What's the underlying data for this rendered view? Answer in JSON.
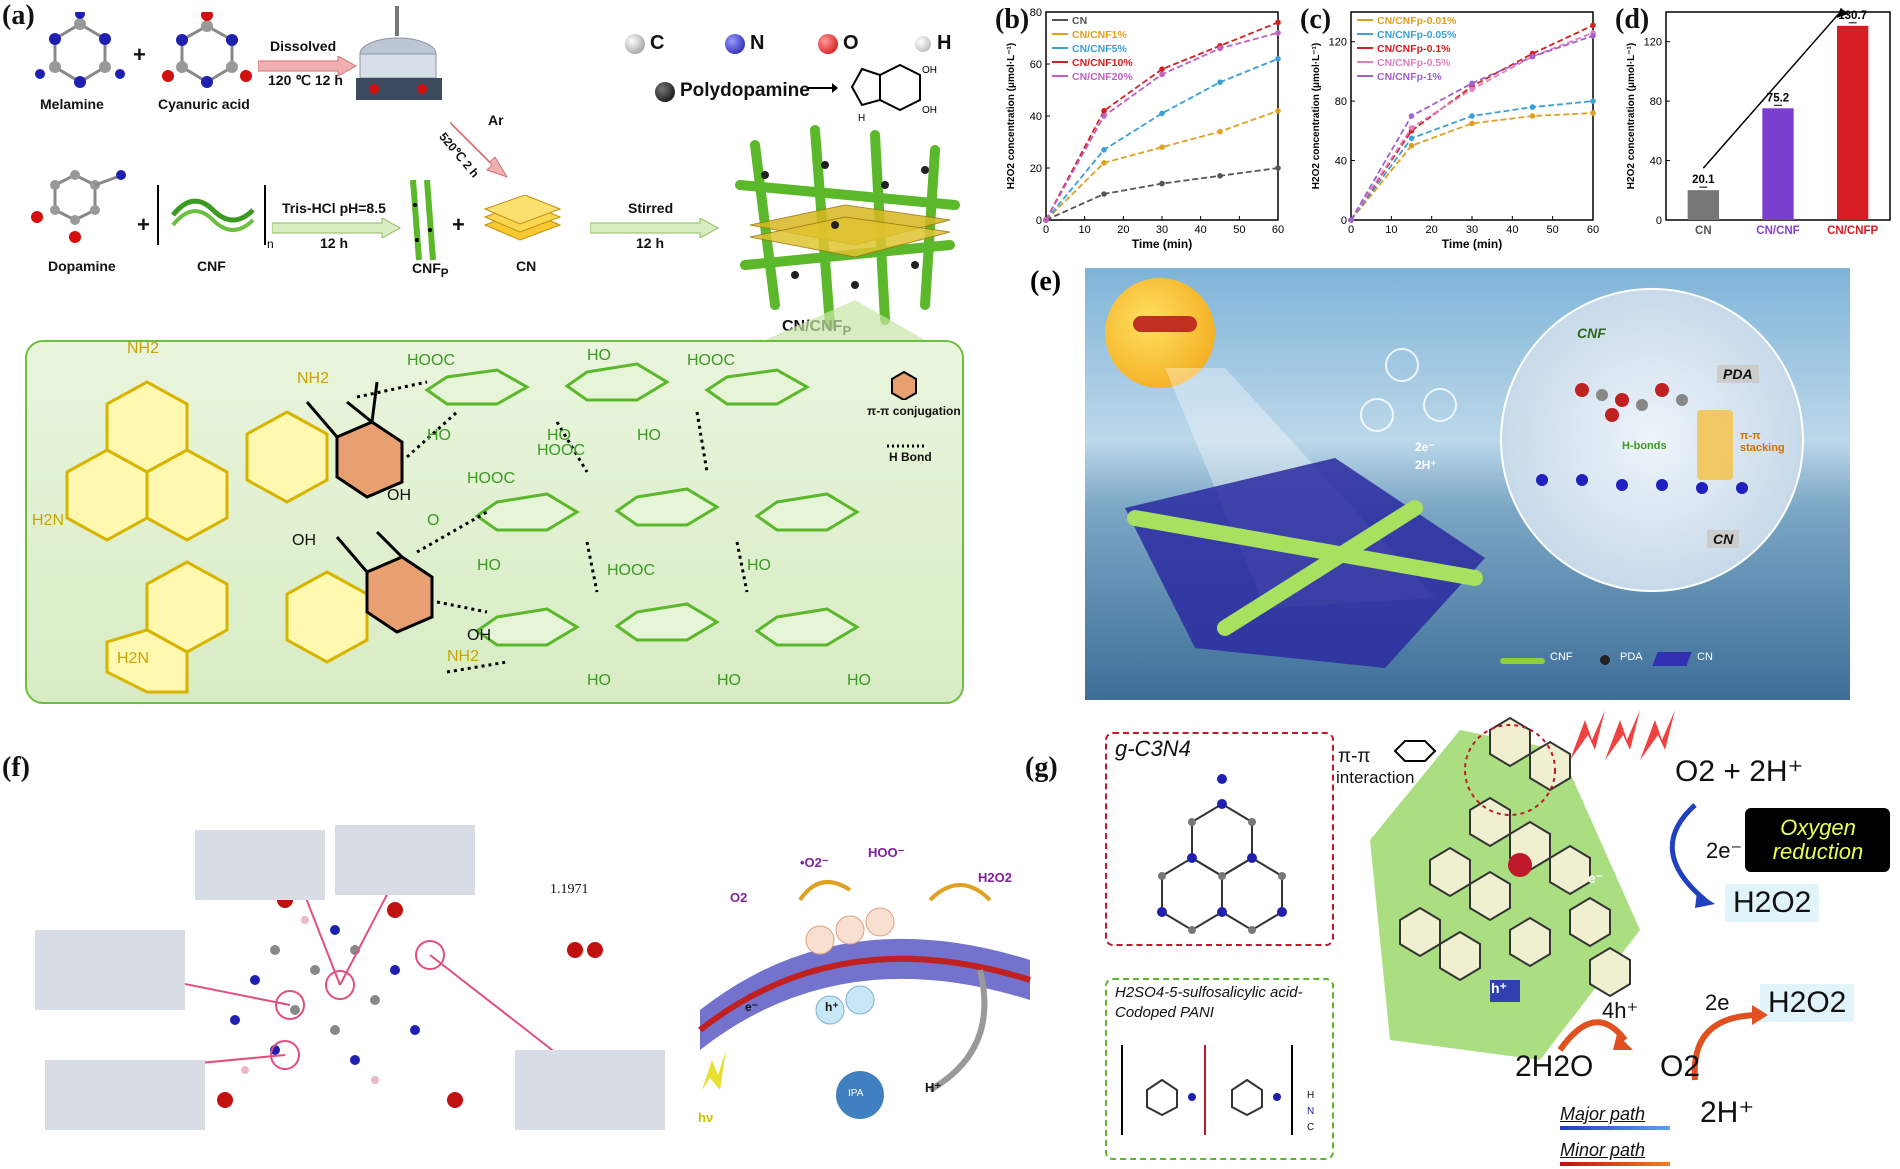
{
  "panels": {
    "a": {
      "label": "(a)",
      "reactant1": "Melamine",
      "reactant2": "Cyanuric acid",
      "plus1": "+",
      "arrow1_top": "Dissolved",
      "arrow1_bottom": "120 ℃  12 h",
      "arrow2_label": "Ar",
      "arrow2_cond": "520℃  2 h",
      "reactant3": "Dopamine",
      "reactant4": "CNF",
      "plus2": "+",
      "arrow3_top": "Tris-HCl  pH=8.5",
      "arrow3_bottom": "12 h",
      "product1": "CNF",
      "product1_sub": "P",
      "plus3": "+",
      "product2": "CN",
      "arrow4_top": "Stirred",
      "arrow4_bottom": "12 h",
      "final_product": "CN/CNF",
      "final_product_sub": "P",
      "atom_legend": [
        "C",
        "N",
        "O",
        "H"
      ],
      "pda_label": "Polydopamine",
      "pi_label": "π-π conjugation",
      "hbond_label": "H Bond",
      "structure_labels": [
        "NH2",
        "NH2",
        "H2N",
        "H2N",
        "HOOC",
        "HOOC",
        "HOOC",
        "HOOC",
        "HOOC",
        "HO",
        "HO",
        "HO",
        "HO",
        "HO",
        "HO",
        "HO",
        "HO",
        "HO",
        "OH",
        "OH",
        "OH",
        "NH2",
        "O"
      ]
    },
    "b": {
      "label": "(b)",
      "ylabel": "H2O2 concentration (μmol·L⁻¹)",
      "xlabel": "Time (min)"
    },
    "c": {
      "label": "(c)",
      "ylabel": "H2O2 concentration (μmol·L⁻¹)",
      "xlabel": "Time (min)"
    },
    "d": {
      "label": "(d)",
      "ylabel": "H2O2 concentration (μmol·L⁻¹)"
    },
    "e": {
      "label": "(e)",
      "labels": [
        "CNF",
        "PDA",
        "H-bonds",
        "π-π stacking",
        "CN",
        "2e⁻",
        "2H⁺"
      ],
      "legend": [
        "CNF",
        "PDA",
        "CN"
      ]
    },
    "f": {
      "label": "(f)",
      "bond_length": "1.1971",
      "species": [
        "•O2⁻",
        "HOO⁻",
        "H2O2",
        "O2",
        "e⁻",
        "h⁺",
        "H⁺",
        "IPA",
        "hν"
      ]
    },
    "g": {
      "label": "(g)",
      "gcn_label": "g-C3N4",
      "pi_label": "π-π",
      "interaction_label": "interaction",
      "o2_reaction": "O2 + 2H⁺",
      "oxygen_reduction": "Oxygen reduction",
      "two_e": "2e⁻",
      "h2o2_1": "H2O2",
      "four_h": "4h⁺",
      "two_e2": "2e",
      "h2o2_2": "H2O2",
      "water": "2H2O",
      "o2": "O2",
      "two_h": "2H⁺",
      "pani_label1": "H2SO4-5-sulfosalicylic acid-",
      "pani_label2": "Codoped PANI",
      "major": "Major path",
      "minor": "Minor path",
      "e_label": "e⁻",
      "h_label": "h⁺",
      "pani_legend": [
        "H",
        "N",
        "C"
      ]
    }
  },
  "chart_data": [
    {
      "panel": "b",
      "type": "line",
      "x": [
        0,
        15,
        30,
        45,
        60
      ],
      "xlim": [
        0,
        60
      ],
      "ylim": [
        0,
        80
      ],
      "xticks": [
        0,
        10,
        20,
        30,
        40,
        50,
        60
      ],
      "yticks": [
        0,
        20,
        40,
        60,
        80
      ],
      "xlabel": "Time (min)",
      "ylabel": "H2O2 concentration (μmol·L⁻¹)",
      "series": [
        {
          "name": "CN",
          "color": "#555555",
          "values": [
            0,
            10,
            14,
            17,
            20
          ]
        },
        {
          "name": "CN/CNF1%",
          "color": "#e0a020",
          "values": [
            0,
            22,
            28,
            34,
            42
          ]
        },
        {
          "name": "CN/CNF5%",
          "color": "#3aa0d8",
          "values": [
            0,
            27,
            41,
            53,
            62
          ]
        },
        {
          "name": "CN/CNF10%",
          "color": "#d02020",
          "values": [
            0,
            42,
            58,
            67,
            76
          ]
        },
        {
          "name": "CN/CNF20%",
          "color": "#c060c0",
          "values": [
            0,
            40,
            56,
            66,
            72
          ]
        }
      ],
      "legend_position": "top-left"
    },
    {
      "panel": "c",
      "type": "line",
      "x": [
        0,
        15,
        30,
        45,
        60
      ],
      "xlim": [
        0,
        60
      ],
      "ylim": [
        0,
        140
      ],
      "xticks": [
        0,
        10,
        20,
        30,
        40,
        50,
        60
      ],
      "yticks": [
        0,
        40,
        80,
        120
      ],
      "xlabel": "Time (min)",
      "ylabel": "H2O2 concentration (μmol·L⁻¹)",
      "series": [
        {
          "name": "CN/CNFp-0.01%",
          "color": "#e0a020",
          "values": [
            0,
            50,
            65,
            70,
            72
          ]
        },
        {
          "name": "CN/CNFp-0.05%",
          "color": "#3aa0d8",
          "values": [
            0,
            55,
            70,
            76,
            80
          ]
        },
        {
          "name": "CN/CNFp-0.1%",
          "color": "#d02020",
          "values": [
            0,
            60,
            90,
            112,
            131
          ]
        },
        {
          "name": "CN/CNFp-0.5%",
          "color": "#e080c0",
          "values": [
            0,
            62,
            88,
            110,
            126
          ]
        },
        {
          "name": "CN/CNFp-1%",
          "color": "#a060d0",
          "values": [
            0,
            70,
            92,
            110,
            124
          ]
        }
      ],
      "legend_position": "top-left"
    },
    {
      "panel": "d",
      "type": "bar",
      "categories": [
        "CN",
        "CN/CNF",
        "CN/CNFP"
      ],
      "values": [
        20.1,
        75.2,
        130.7
      ],
      "value_labels": [
        "20.1",
        "75.2",
        "130.7"
      ],
      "colors": [
        "#777777",
        "#7b3fd0",
        "#d81c24"
      ],
      "category_colors": [
        "#555555",
        "#8a3fc8",
        "#d81c24"
      ],
      "ylim": [
        0,
        140
      ],
      "yticks": [
        0,
        40,
        80,
        120
      ],
      "ylabel": "H2O2 concentration (μmol·L⁻¹)"
    }
  ]
}
